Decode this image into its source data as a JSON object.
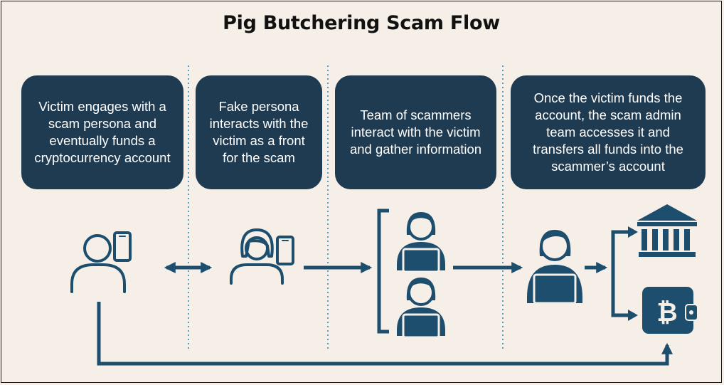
{
  "title": "Pig Butchering Scam Flow",
  "steps": [
    {
      "text": "Victim engages with a scam persona and eventually funds a cryptocurrency account"
    },
    {
      "text": "Fake persona interacts with the victim as a front for the scam"
    },
    {
      "text": "Team of scammers interact with the victim and gather information"
    },
    {
      "text": "Once the victim funds the account, the scam admin team accesses it and transfers all funds into the scammer’s account"
    }
  ],
  "colors": {
    "box": "#1e3b52",
    "icon": "#1d4e6e",
    "divider": "#4f9fcc",
    "background": "#f5efe8"
  },
  "icons": [
    "victim-with-phone-icon",
    "fake-persona-with-phone-icon",
    "scammer-at-laptop-icon",
    "scammer-at-laptop-icon",
    "admin-at-laptop-icon",
    "bank-icon",
    "bitcoin-wallet-icon"
  ]
}
